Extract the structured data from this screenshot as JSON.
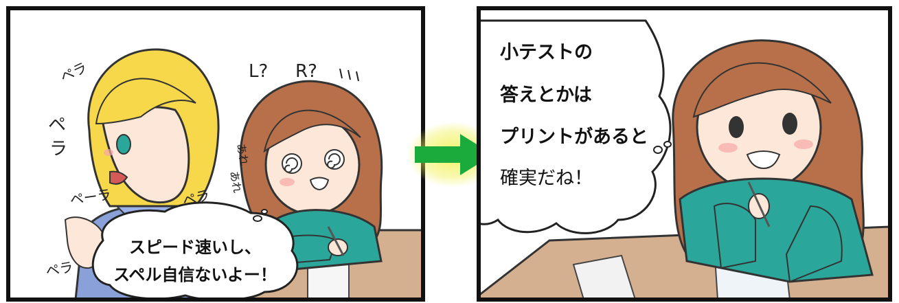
{
  "panel_left": {
    "sfx": [
      "ペラ",
      "ペ",
      "ラ",
      "ペーラ",
      "ペラ",
      "ペラ",
      "L?",
      "R?",
      "あれ",
      "あれ"
    ],
    "speech": [
      "スピード速いし、",
      "スペル自信ないよー！"
    ]
  },
  "panel_right": {
    "thought": [
      "小テストの",
      "答えとかは",
      "プリントがあると",
      "確実だね！"
    ]
  },
  "colors": {
    "arrow": "#1aab3c",
    "arrow_glow": "#f2f25a",
    "blonde_hair": "#f6d84a",
    "brown_hair": "#b8704a",
    "sweater": "#2aa79a",
    "desk": "#d4b090"
  }
}
